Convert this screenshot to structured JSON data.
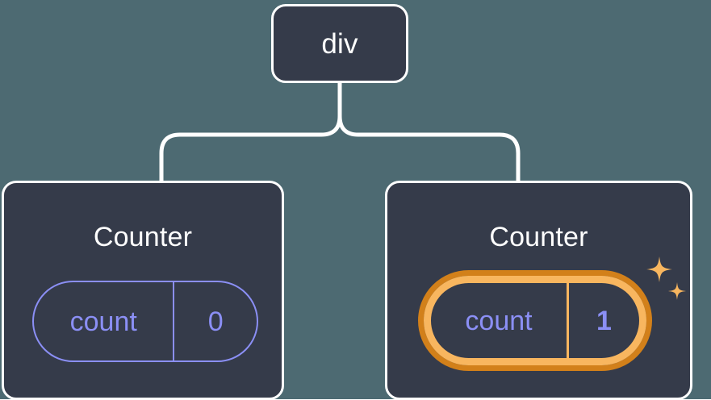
{
  "diagram": {
    "type": "component-tree",
    "background_color": "#4d6a72",
    "node_fill": "#353b4a",
    "node_border": "#ffffff",
    "accent_state_color": "#8b8ff5",
    "highlight_color": "#f8b65f",
    "highlight_outline_color": "#d2801a",
    "root": {
      "label": "div"
    },
    "children": [
      {
        "title": "Counter",
        "state": {
          "key": "count",
          "value": "0"
        },
        "highlighted": false
      },
      {
        "title": "Counter",
        "state": {
          "key": "count",
          "value": "1"
        },
        "highlighted": true,
        "sparkle_icons": [
          "sparkle-large",
          "sparkle-small"
        ]
      }
    ]
  }
}
